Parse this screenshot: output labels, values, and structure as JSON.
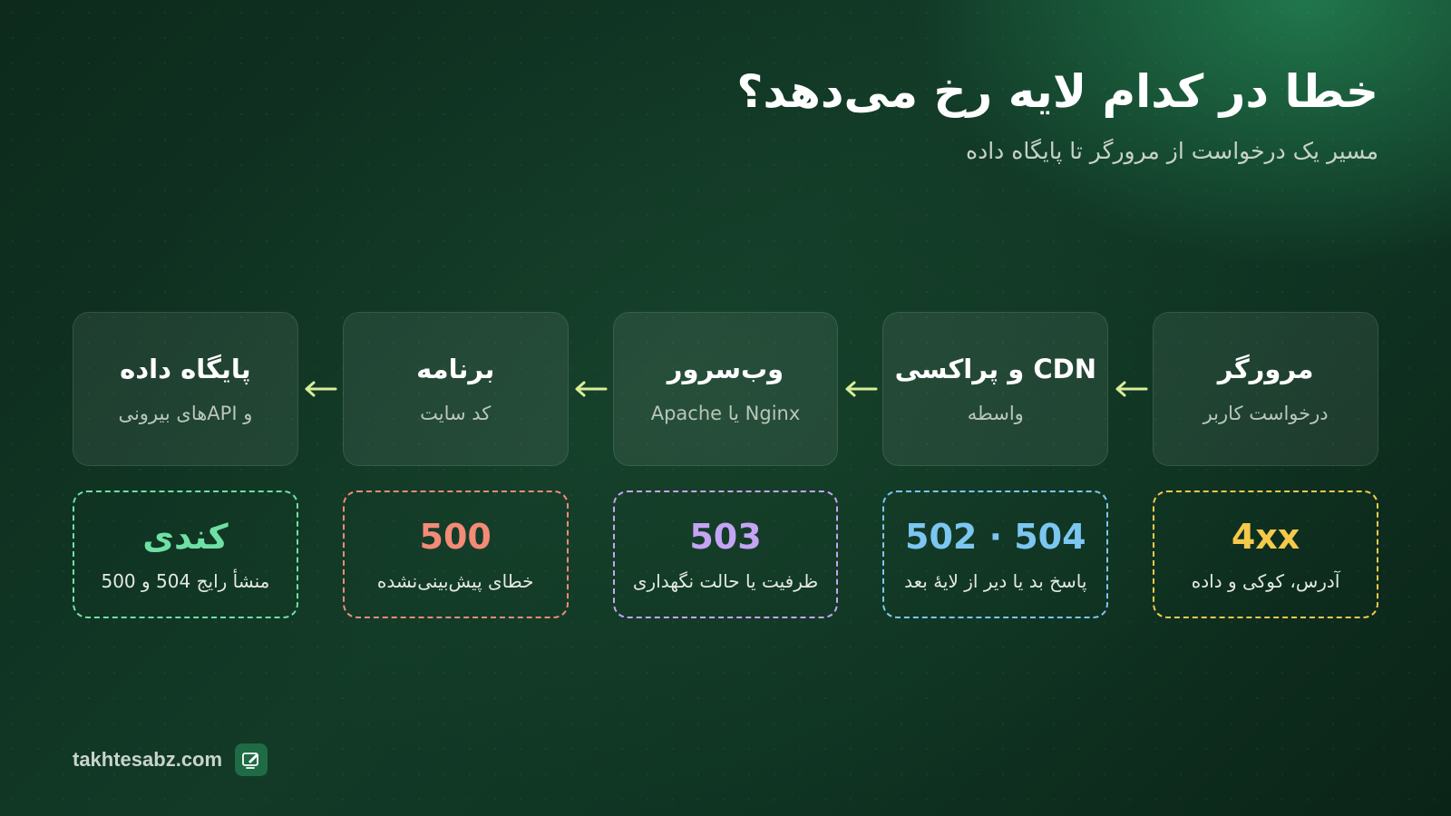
{
  "header": {
    "title": "خطا در کدام لایه رخ می‌دهد؟",
    "subtitle": "مسیر یک درخواست از مرورگر تا پایگاه داده"
  },
  "layers": [
    {
      "name": "مرورگر",
      "desc": "درخواست کاربر"
    },
    {
      "name": "CDN و پراکسی",
      "desc": "واسطه"
    },
    {
      "name": "وب‌سرور",
      "desc": "Apache یا Nginx"
    },
    {
      "name": "برنامه",
      "desc": "کد سایت"
    },
    {
      "name": "پایگاه داده",
      "desc": "و APIهای بیرونی"
    }
  ],
  "errors": [
    {
      "code": "4xx",
      "note": "آدرس، کوکی و داده",
      "color": "#f5c94a"
    },
    {
      "code": "502 · 504",
      "note": "پاسخ بد یا دیر از لایهٔ بعد",
      "color": "#7cc6f2"
    },
    {
      "code": "503",
      "note": "ظرفیت یا حالت نگهداری",
      "color": "#c6a4f5"
    },
    {
      "code": "500",
      "note": "خطای پیش‌بینی‌نشده",
      "color": "#f58a78"
    },
    {
      "code": "کندی",
      "note": "منشأ رایج 504 و 500",
      "color": "#6fe0a4"
    }
  ],
  "arrow_color": "#d9ee9a",
  "footer": {
    "site": "takhtesabz.com",
    "logo_icon": "edit-screen-icon"
  }
}
